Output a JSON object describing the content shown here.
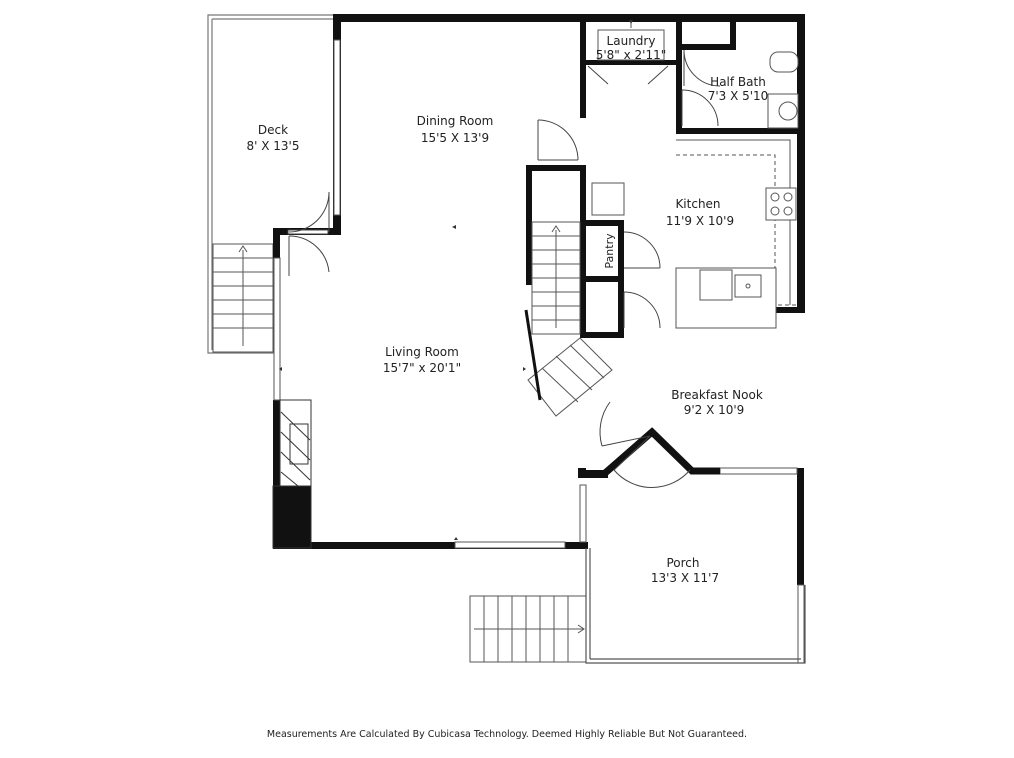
{
  "rooms": {
    "deck": {
      "name": "Deck",
      "size": "8' X 13'5"
    },
    "dining": {
      "name": "Dining Room",
      "size": "15'5 X 13'9"
    },
    "laundry": {
      "name": "Laundry",
      "size": "5'8\" x 2'11\""
    },
    "half_bath": {
      "name": "Half Bath",
      "size": "7'3 X 5'10"
    },
    "kitchen": {
      "name": "Kitchen",
      "size": "11'9 X 10'9"
    },
    "pantry": {
      "name": "Pantry"
    },
    "living": {
      "name": "Living Room",
      "size": "15'7\" x 20'1\""
    },
    "breakfast": {
      "name": "Breakfast Nook",
      "size": "9'2 X 10'9"
    },
    "porch": {
      "name": "Porch",
      "size": "13'3 X 11'7"
    }
  },
  "footer": {
    "disclaimer": "Measurements Are Calculated By Cubicasa Technology. Deemed Highly Reliable But Not Guaranteed."
  }
}
